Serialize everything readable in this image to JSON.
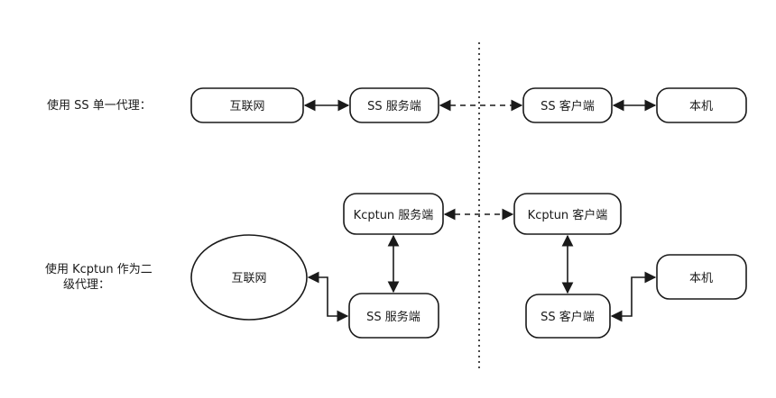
{
  "rows": {
    "single_label": "使用 SS 单一代理：",
    "double_label_line1": "使用 Kcptun 作为二",
    "double_label_line2": "级代理："
  },
  "row1": {
    "internet": "互联网",
    "ss_server": "SS 服务端",
    "ss_client": "SS 客户端",
    "local": "本机"
  },
  "row2": {
    "internet": "互联网",
    "kcptun_server": "Kcptun 服务端",
    "kcptun_client": "Kcptun 客户端",
    "ss_server": "SS 服务端",
    "ss_client": "SS 客户端",
    "local": "本机"
  }
}
